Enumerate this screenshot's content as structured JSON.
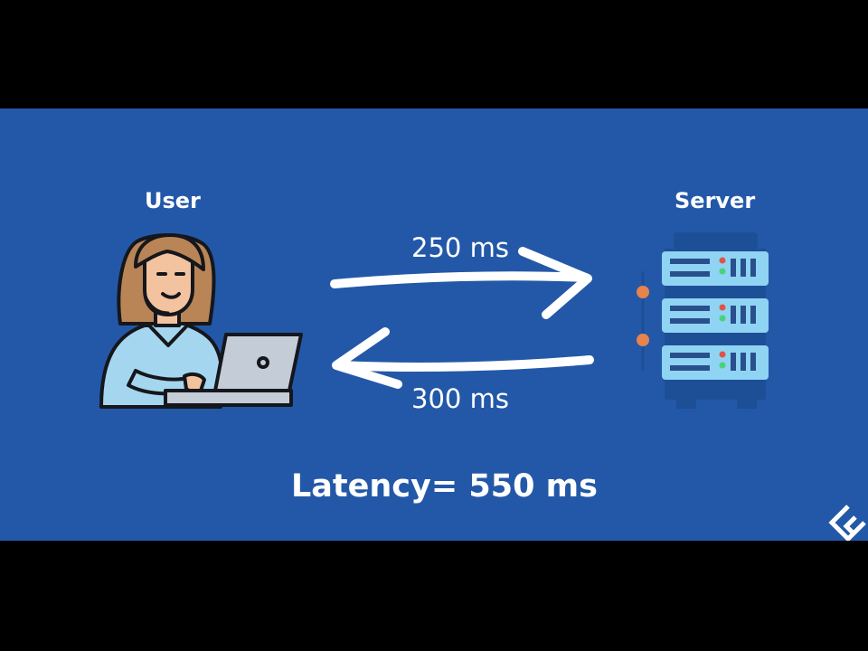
{
  "diagram": {
    "user_label": "User",
    "server_label": "Server",
    "request_time": "250 ms",
    "response_time": "300 ms",
    "latency_text": "Latency= 550 ms"
  },
  "colors": {
    "background": "#2358a8",
    "letterbox": "#000000",
    "arrow": "#ffffff",
    "server_unit": "#8fd4f2",
    "server_rack": "#1d4f97",
    "led_green": "#4cd07a",
    "led_red": "#e0524a",
    "node_orange": "#e8834c"
  },
  "icons": [
    "user-at-laptop-icon",
    "server-rack-icon",
    "logo-icon"
  ]
}
